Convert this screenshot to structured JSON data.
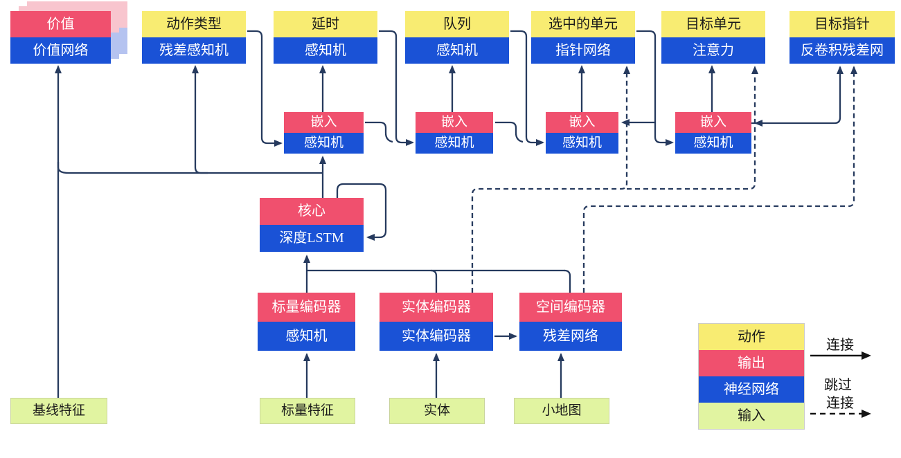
{
  "diagram": {
    "nodes": {
      "value": {
        "header": "价值",
        "body": "价值网络"
      },
      "action_type": {
        "header": "动作类型",
        "body": "残差感知机"
      },
      "delay": {
        "header": "延时",
        "body": "感知机"
      },
      "queue": {
        "header": "队列",
        "body": "感知机"
      },
      "selected_units": {
        "header": "选中的单元",
        "body": "指针网络"
      },
      "target_unit": {
        "header": "目标单元",
        "body": "注意力"
      },
      "target_point": {
        "header": "目标指针",
        "body": "反卷积残差网"
      },
      "embed1": {
        "header": "嵌入",
        "body": "感知机"
      },
      "embed2": {
        "header": "嵌入",
        "body": "感知机"
      },
      "embed3": {
        "header": "嵌入",
        "body": "感知机"
      },
      "embed4": {
        "header": "嵌入",
        "body": "感知机"
      },
      "core": {
        "header": "核心",
        "body": "深度LSTM"
      },
      "scalar_encoder": {
        "header": "标量编码器",
        "body": "感知机"
      },
      "entity_encoder": {
        "header": "实体编码器",
        "body": "实体编码器"
      },
      "spatial_encoder": {
        "header": "空间编码器",
        "body": "残差网络"
      },
      "baseline_features": {
        "label": "基线特征"
      },
      "scalar_features": {
        "label": "标量特征"
      },
      "entities": {
        "label": "实体"
      },
      "minimap": {
        "label": "小地图"
      }
    },
    "legend": {
      "rows": [
        {
          "label": "动作",
          "type": "action"
        },
        {
          "label": "输出",
          "type": "output"
        },
        {
          "label": "神经网络",
          "type": "network"
        },
        {
          "label": "输入",
          "type": "input"
        }
      ],
      "solid_arrow_label": "连接",
      "skip_arrow_label_line1": "跳过",
      "skip_arrow_label_line2": "连接"
    },
    "colors": {
      "action": "#f8ec72",
      "output": "#f0506e",
      "network": "#1a52d6",
      "input": "#e1f4a1",
      "connector": "#263a5e",
      "legend_arrow": "#141414"
    }
  }
}
